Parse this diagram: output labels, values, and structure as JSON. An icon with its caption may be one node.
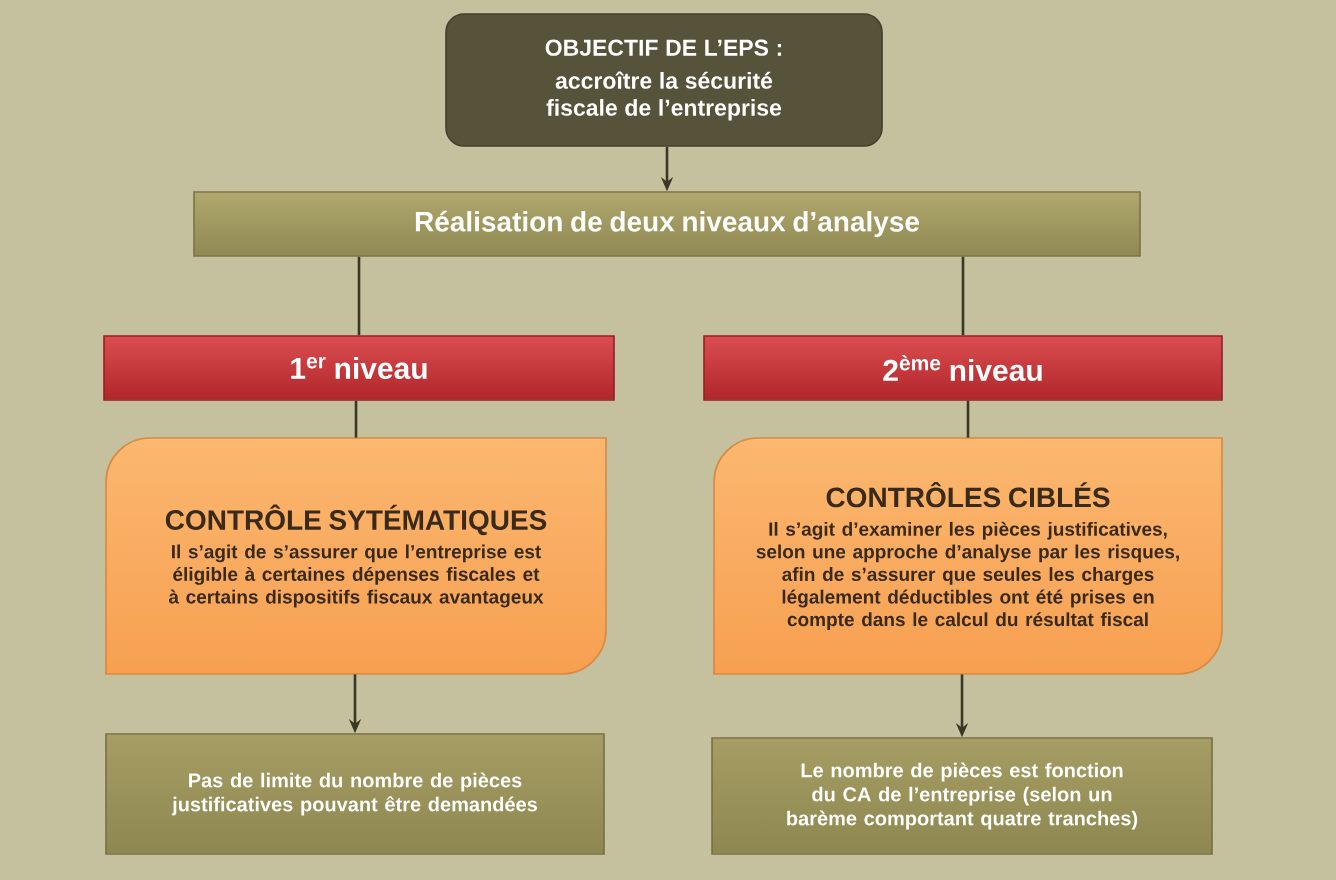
{
  "diagram": {
    "nodes": [
      {
        "text": [
          "OBJECTIF DE L’EPS :",
          "accroître la sécurité fiscale de l’entreprise"
        ]
      },
      {
        "text": [
          "Réalisation de deux niveaux d’analyse"
        ]
      },
      {
        "text": [
          "1$^{er}$ niveau"
        ]
      },
      {
        "text": [
          "2$^{ème}$ niveau"
        ]
      },
      {
        "text": [
          "CONTRÔLE SYTÉMATIQUES",
          "Il s’agit de s’assurer que l’entreprise est éligible à certaines dépenses fiscales et à certains dispositifs fiscaux avantageux"
        ]
      },
      {
        "text": [
          "CONTRÔLES CIBLÉS",
          "Il s’agit d’examiner les pièces justificatives, selon une approche d’analyse par les risques, afin de s’assurer que seules les charges légalement déductibles ont été prises en compte dans le calcul du résultat fiscal"
        ]
      },
      {
        "text": [
          "Pas de limite du nombre de pièces justificatives pouvant être demandées"
        ]
      },
      {
        "text": [
          "Le nombre de pièces est fonction du CA de l’entreprise (selon un barème comportant quatre tranches)"
        ]
      }
    ],
    "edges": [
      {
        "from": 0,
        "to": 1,
        "arrow": "to"
      },
      {
        "from": 1,
        "to": 2,
        "arrow": "none"
      },
      {
        "from": 1,
        "to": 3,
        "arrow": "none"
      },
      {
        "from": 2,
        "to": 4,
        "arrow": "none"
      },
      {
        "from": 3,
        "to": 5,
        "arrow": "none"
      },
      {
        "from": 4,
        "to": 6,
        "arrow": "to"
      },
      {
        "from": 5,
        "to": 7,
        "arrow": "to"
      }
    ]
  }
}
